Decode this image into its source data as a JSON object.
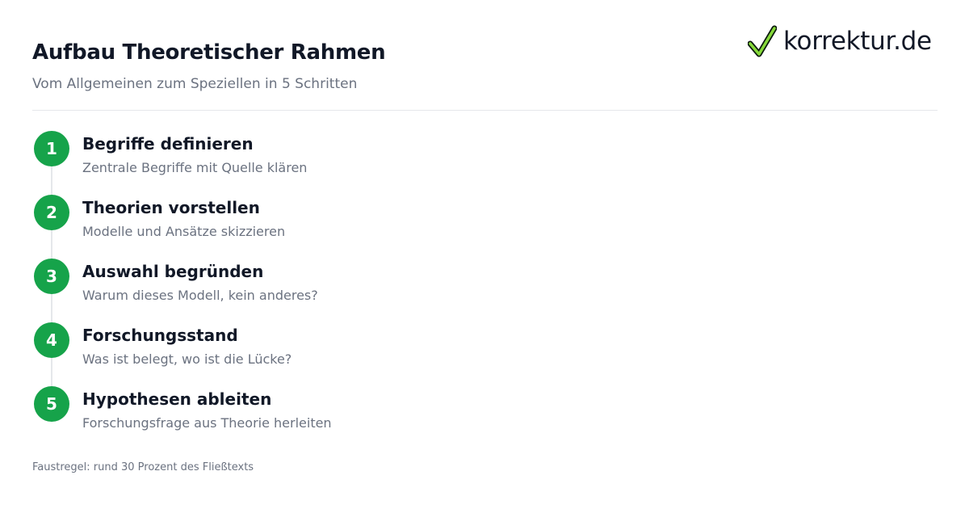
{
  "header": {
    "title": "Aufbau Theoretischer Rahmen",
    "subtitle": "Vom Allgemeinen zum Speziellen in 5 Schritten"
  },
  "logo": {
    "text": "korrektur.de",
    "icon": "checkmark-icon"
  },
  "colors": {
    "accent": "#16a34a",
    "title": "#111827",
    "muted": "#6b7280",
    "divider": "#e5e7eb"
  },
  "steps": [
    {
      "number": "1",
      "title": "Begriffe definieren",
      "description": "Zentrale Begriffe mit Quelle klären"
    },
    {
      "number": "2",
      "title": "Theorien vorstellen",
      "description": "Modelle und Ansätze skizzieren"
    },
    {
      "number": "3",
      "title": "Auswahl begründen",
      "description": "Warum dieses Modell, kein anderes?"
    },
    {
      "number": "4",
      "title": "Forschungsstand",
      "description": "Was ist belegt, wo ist die Lücke?"
    },
    {
      "number": "5",
      "title": "Hypothesen ableiten",
      "description": "Forschungsfrage aus Theorie herleiten"
    }
  ],
  "footnote": "Faustregel: rund 30 Prozent des Fließtexts"
}
